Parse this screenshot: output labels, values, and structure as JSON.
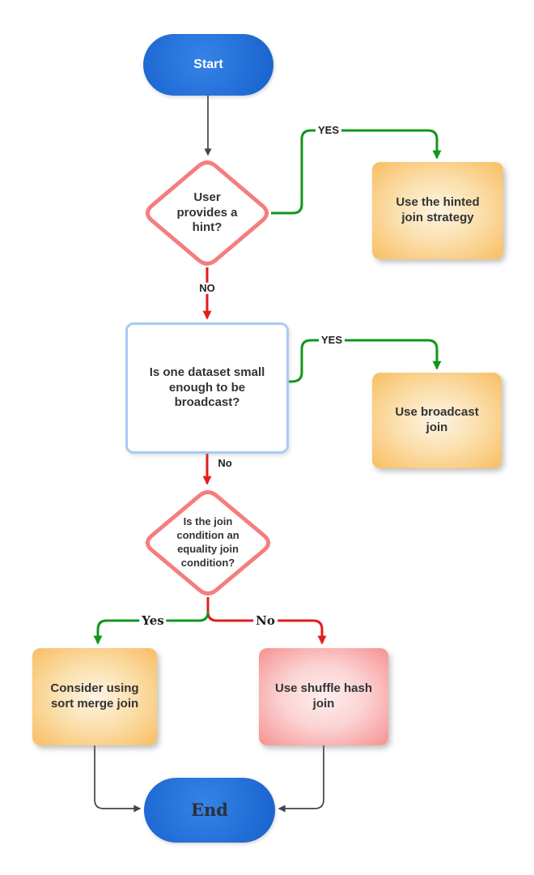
{
  "flowchart": {
    "nodes": {
      "start": {
        "label": "Start",
        "type": "terminator"
      },
      "hint_decision": {
        "label": "User\nprovides a\nhint?",
        "type": "decision"
      },
      "hinted_join": {
        "label": "Use the hinted\njoin strategy",
        "type": "process"
      },
      "broadcast_decision": {
        "label": "Is one dataset small\nenough to be\nbroadcast?",
        "type": "decision"
      },
      "broadcast_join": {
        "label": "Use broadcast\njoin",
        "type": "process"
      },
      "equality_decision": {
        "label": "Is the join\ncondition an\nequality join\ncondition?",
        "type": "decision"
      },
      "sort_merge_join": {
        "label": "Consider using\nsort merge join",
        "type": "process"
      },
      "shuffle_hash_join": {
        "label": "Use shuffle hash\njoin",
        "type": "process"
      },
      "end": {
        "label": "End",
        "type": "terminator"
      }
    },
    "edge_labels": {
      "hint_yes": "YES",
      "hint_no": "NO",
      "broadcast_yes": "YES",
      "broadcast_no": "No",
      "equality_yes": "Yes",
      "equality_no": "No"
    },
    "colors": {
      "terminator-blue": "#1b66cf",
      "terminator-blue-light": "#3583e8",
      "process-orange": "#f8bd62",
      "process-orange-light": "#fdf4e4",
      "process-pink": "#f79090",
      "process-pink-light": "#fdeeee",
      "decision-stroke": "#f47e7e",
      "rect-stroke": "#a8caf4",
      "edge-green": "#12961b",
      "edge-red": "#e21d1d",
      "edge-black": "#3f454c",
      "text-dark": "#333333"
    }
  }
}
